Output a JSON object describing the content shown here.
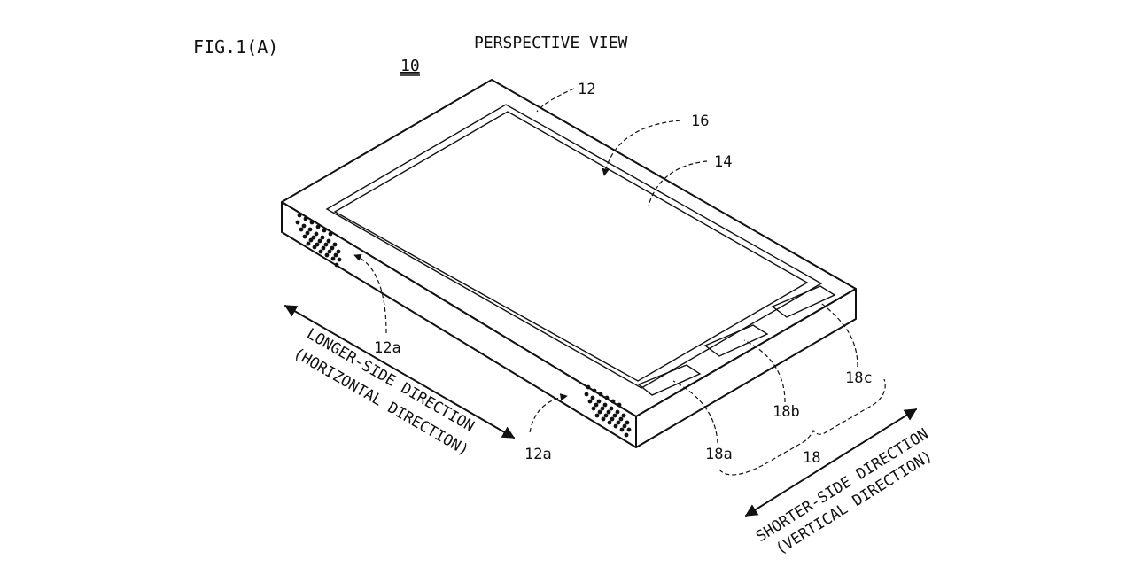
{
  "figure": {
    "fig_label": "FIG.1(A)",
    "view_title": "PERSPECTIVE VIEW",
    "device_ref": "10",
    "refs": {
      "housing": "12",
      "display": "14",
      "screen": "16",
      "buttons_group": "18",
      "button_a": "18a",
      "button_b": "18b",
      "button_c": "18c",
      "speaker_left": "12a",
      "speaker_right": "12a"
    },
    "arrows": {
      "longer_side_line1": "LONGER-SIDE DIRECTION",
      "longer_side_line2": "(HORIZONTAL DIRECTION)",
      "shorter_side_line1": "SHORTER-SIDE DIRECTION",
      "shorter_side_line2": "(VERTICAL DIRECTION)"
    }
  }
}
